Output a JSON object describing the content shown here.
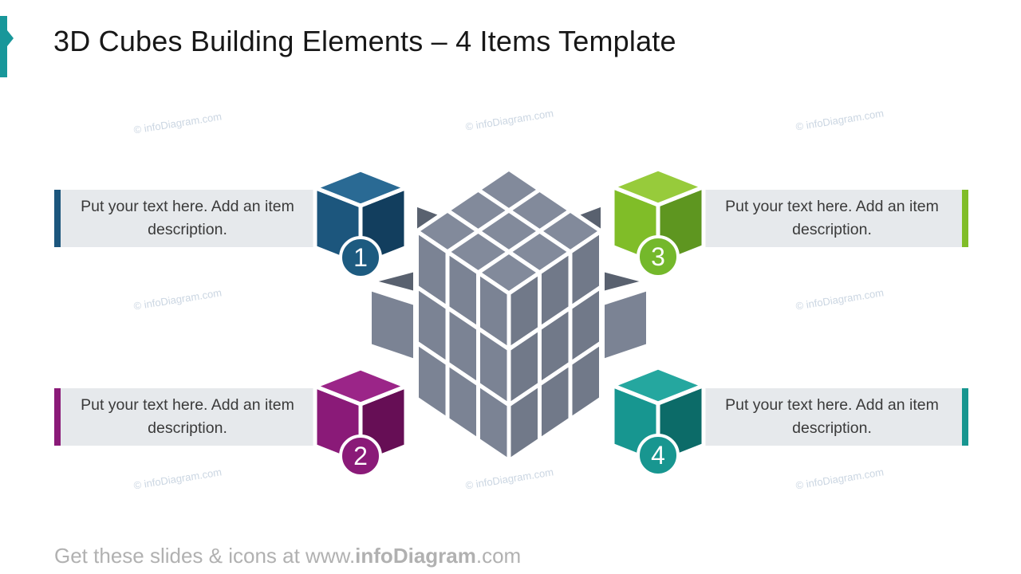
{
  "title": "3D Cubes Building Elements – 4 Items Template",
  "watermark": "© infoDiagram.com",
  "accent_color": "#18979A",
  "center_cube": {
    "top": "#828A9B",
    "left": "#7B8394",
    "right": "#717989",
    "dark": "#59616F"
  },
  "items": [
    {
      "number": "1",
      "text": "Put your text here. Add an item description.",
      "cube": {
        "top": "#2A6A94",
        "left": "#1C567D",
        "right": "#123E5E",
        "badge": "#1D5B80"
      }
    },
    {
      "number": "2",
      "text": "Put your text here. Add an item description.",
      "cube": {
        "top": "#9B2588",
        "left": "#8A1A78",
        "right": "#660E55",
        "badge": "#8A1A78"
      }
    },
    {
      "number": "3",
      "text": "Put your text here. Add an item description.",
      "cube": {
        "top": "#97CB3B",
        "left": "#80BD28",
        "right": "#5E9620",
        "badge": "#74B82B"
      }
    },
    {
      "number": "4",
      "text": "Put your text here. Add an item description.",
      "cube": {
        "top": "#25A79F",
        "left": "#179690",
        "right": "#0C6B68",
        "badge": "#189690"
      }
    }
  ],
  "footer": {
    "prefix": "Get these slides & icons at www.",
    "brand": "infoDiagram",
    "suffix": ".com"
  }
}
